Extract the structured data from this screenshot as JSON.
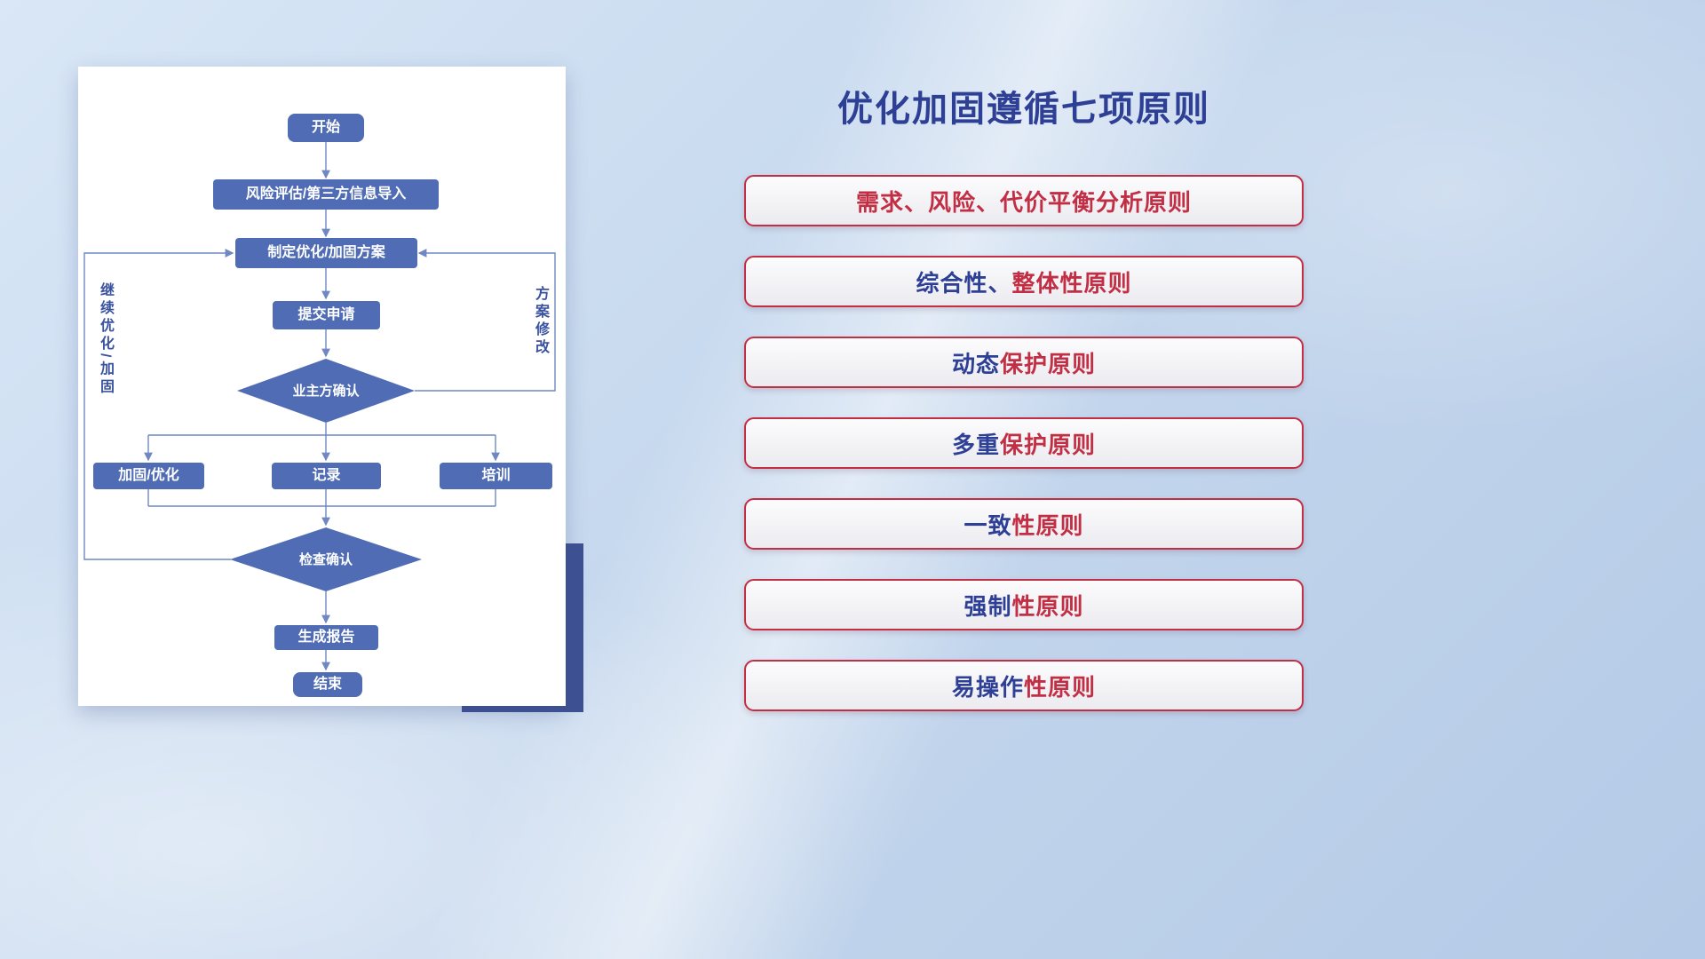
{
  "title": "优化加固遵循七项原则",
  "colors": {
    "navy": "#2e3f96",
    "red": "#c22f45",
    "node_fill": "#4f6cb4",
    "line": "#6f87c2",
    "accent_block": "#3d5193"
  },
  "flowchart": {
    "nodes": {
      "start": {
        "label": "开始"
      },
      "risk": {
        "label": "风险评估/第三方信息导入"
      },
      "plan": {
        "label": "制定优化/加固方案"
      },
      "submit": {
        "label": "提交申请"
      },
      "owner_confirm": {
        "label": "业主方确认"
      },
      "reinforce": {
        "label": "加固/优化"
      },
      "record": {
        "label": "记录"
      },
      "training": {
        "label": "培训"
      },
      "check_confirm": {
        "label": "检查确认"
      },
      "report": {
        "label": "生成报告"
      },
      "end": {
        "label": "结束"
      }
    },
    "loop_labels": {
      "left": "继续优化/加固",
      "right": "方案修改"
    }
  },
  "principles": [
    {
      "segments": [
        {
          "text": "需求、风险、代价平衡分析原则",
          "color": "red"
        }
      ]
    },
    {
      "segments": [
        {
          "text": "综合性、",
          "color": "navy"
        },
        {
          "text": "整体性原则",
          "color": "red"
        }
      ]
    },
    {
      "segments": [
        {
          "text": "动态",
          "color": "navy"
        },
        {
          "text": "保护原则",
          "color": "red"
        }
      ]
    },
    {
      "segments": [
        {
          "text": "多重",
          "color": "navy"
        },
        {
          "text": "保护原则",
          "color": "red"
        }
      ]
    },
    {
      "segments": [
        {
          "text": "一致",
          "color": "navy"
        },
        {
          "text": "性原则",
          "color": "red"
        }
      ]
    },
    {
      "segments": [
        {
          "text": "强制",
          "color": "navy"
        },
        {
          "text": "性原则",
          "color": "red"
        }
      ]
    },
    {
      "segments": [
        {
          "text": "易操作",
          "color": "navy"
        },
        {
          "text": "性原则",
          "color": "red"
        }
      ]
    }
  ]
}
